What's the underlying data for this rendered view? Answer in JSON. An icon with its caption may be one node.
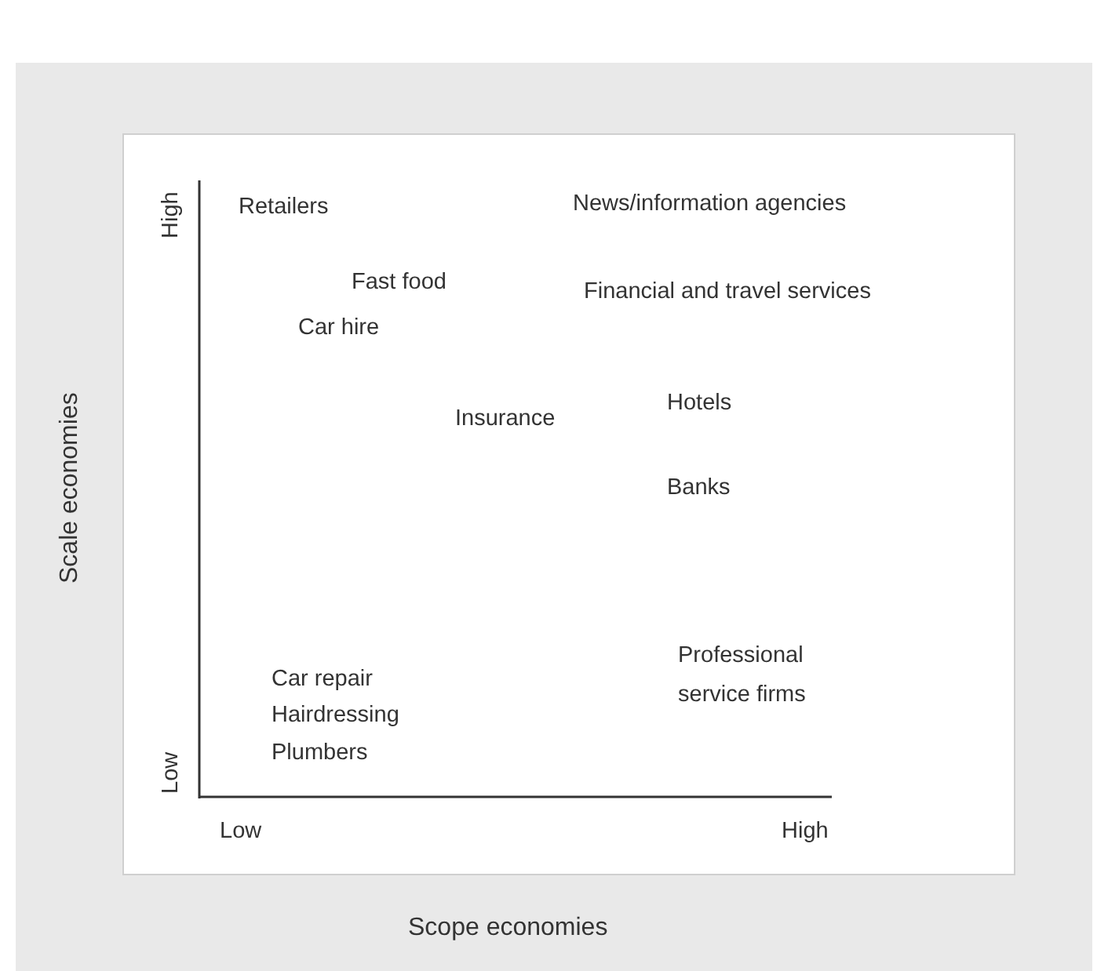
{
  "diagram": {
    "labels": [
      "High",
      "Retailers",
      "News/information agencies",
      "Fast food",
      "Financial and travel services",
      "Car hire",
      "Insurance",
      "Hotels",
      "Banks",
      "Scale economies",
      "Professional service firms",
      "Car repair",
      "Hairdressing",
      "Plumbers",
      "Low",
      "Low",
      "High",
      "Scope economies"
    ]
  }
}
